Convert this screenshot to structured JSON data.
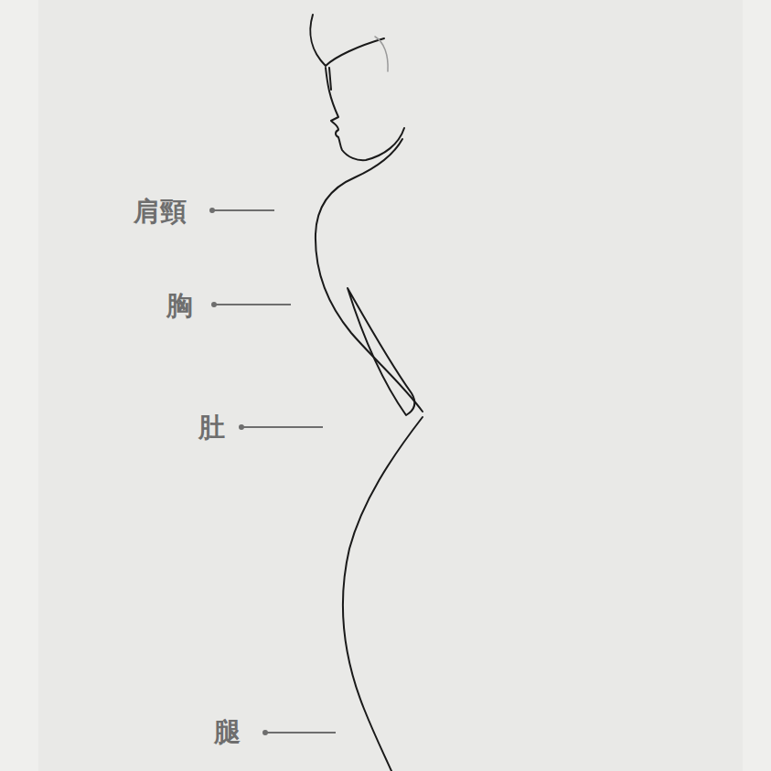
{
  "diagram": {
    "labels": [
      "肩頸",
      "胸",
      "肚",
      "腿"
    ]
  }
}
